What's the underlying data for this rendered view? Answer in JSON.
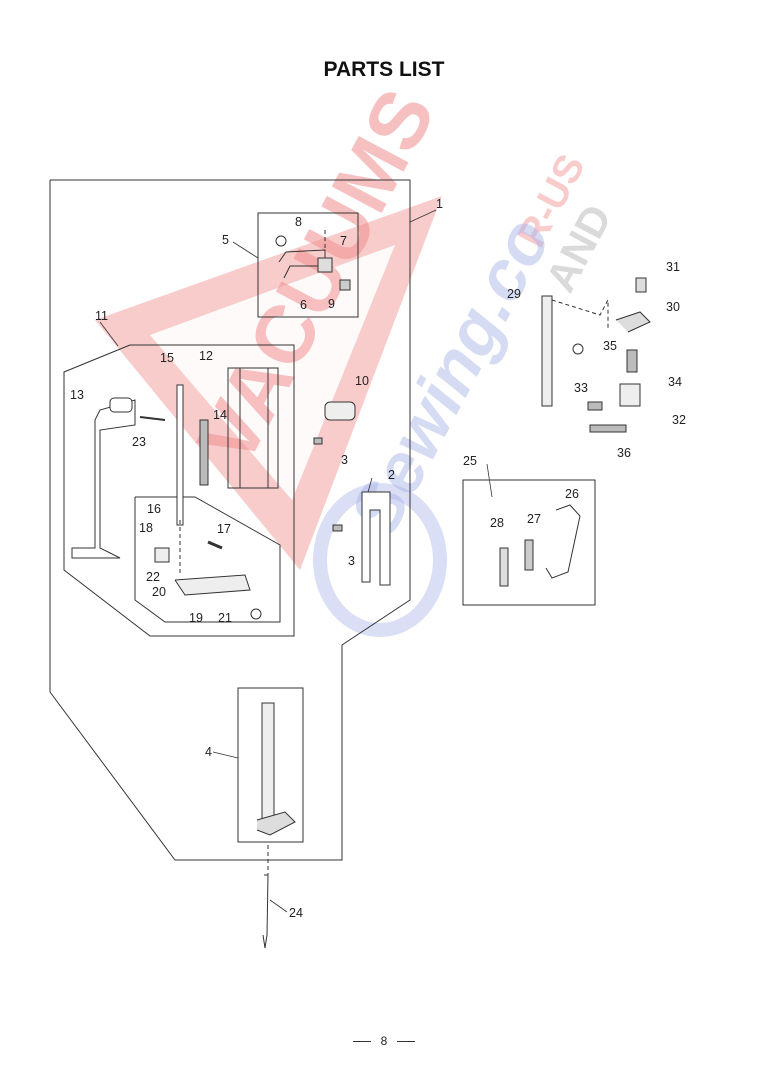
{
  "title": "PARTS LIST",
  "page_number": "8",
  "watermark": {
    "brand": "VACUUMS",
    "suffix_top": "R-US",
    "suffix_mid": "AND",
    "script": "Sewing.co",
    "colors": {
      "red": "#e63232",
      "blue": "#5a6fd6"
    }
  },
  "callouts": {
    "c1": "1",
    "c2": "2",
    "c3a": "3",
    "c3b": "3",
    "c4": "4",
    "c5": "5",
    "c6": "6",
    "c7": "7",
    "c8": "8",
    "c9": "9",
    "c10": "10",
    "c11": "11",
    "c12": "12",
    "c13": "13",
    "c14": "14",
    "c15": "15",
    "c16": "16",
    "c17": "17",
    "c18": "18",
    "c19": "19",
    "c20": "20",
    "c21": "21",
    "c22": "22",
    "c23": "23",
    "c24": "24",
    "c25": "25",
    "c26": "26",
    "c27": "27",
    "c28": "28",
    "c29": "29",
    "c30": "30",
    "c31": "31",
    "c32": "32",
    "c33": "33",
    "c34": "34",
    "c35": "35",
    "c36": "36"
  }
}
